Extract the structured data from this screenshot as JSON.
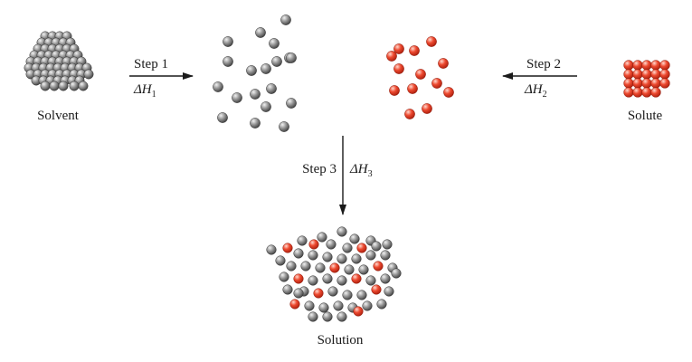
{
  "labels": {
    "solvent": "Solvent",
    "solute": "Solute",
    "solution": "Solution"
  },
  "steps": {
    "step1": {
      "label": "Step 1",
      "enthalpy_symbol": "ΔH",
      "enthalpy_sub": "1"
    },
    "step2": {
      "label": "Step 2",
      "enthalpy_symbol": "ΔH",
      "enthalpy_sub": "2"
    },
    "step3": {
      "label": "Step 3",
      "enthalpy_symbol": "ΔH",
      "enthalpy_sub": "3"
    }
  },
  "colors": {
    "solvent_particle": "#8a8a8a",
    "solute_particle": "#e8402a",
    "arrow": "#1a1a1a",
    "text": "#1a1a1a"
  }
}
